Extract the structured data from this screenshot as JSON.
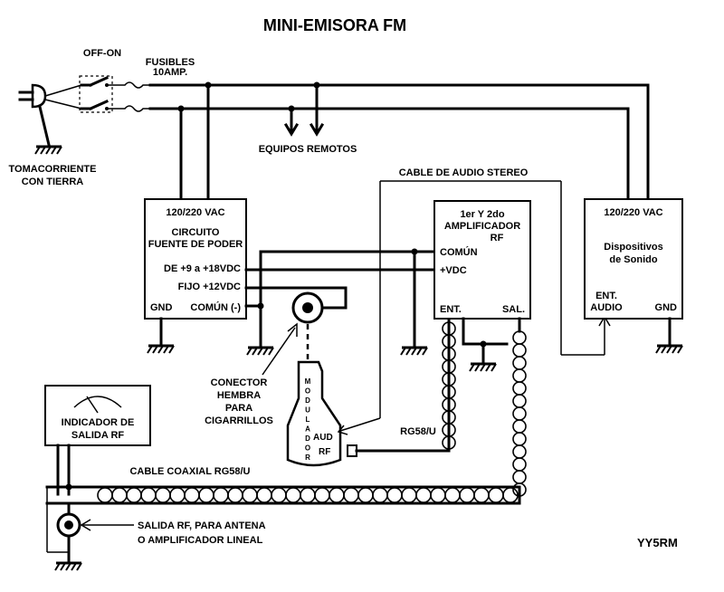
{
  "title": "MINI-EMISORA FM",
  "switch_label": "OFF-ON",
  "fuses_label": [
    "FUSIBLES",
    "10AMP."
  ],
  "outlet_label": [
    "TOMACORRIENTE",
    "CON TIERRA"
  ],
  "remote_label": "EQUIPOS REMOTOS",
  "audio_cable_label": "CABLE DE AUDIO STEREO",
  "power_supply": {
    "voltage": "120/220 VAC",
    "name": [
      "CIRCUITO",
      "FUENTE DE PODER"
    ],
    "out_var": "DE +9 a +18VDC",
    "out_fixed": "FIJO +12VDC",
    "gnd": "GND",
    "common": "COMÚN (-)"
  },
  "amplifier": {
    "name": [
      "1er Y 2do",
      "AMPLIFICADOR",
      "RF"
    ],
    "common": "COMÚN",
    "vdc": "+VDC",
    "input": "ENT.",
    "output": "SAL."
  },
  "sound": {
    "voltage": "120/220 VAC",
    "name": [
      "Dispositivos",
      "de Sonido"
    ],
    "audio_in": [
      "ENT.",
      "AUDIO"
    ],
    "gnd": "GND"
  },
  "connector_label": [
    "CONECTOR",
    "HEMBRA",
    "PARA",
    "CIGARRILLOS"
  ],
  "modulator": {
    "letters": [
      "M",
      "O",
      "D",
      "U",
      "L",
      "A",
      "D",
      "O",
      "R"
    ],
    "aud": "AUD",
    "rf": "RF"
  },
  "rg58_label": "RG58/U",
  "meter_label": [
    "INDICADOR DE",
    "SALIDA RF"
  ],
  "coax_label": "CABLE COAXIAL RG58/U",
  "antenna_label": [
    "SALIDA RF, PARA ANTENA",
    "O AMPLIFICADOR LINEAL"
  ],
  "author": "YY5RM"
}
